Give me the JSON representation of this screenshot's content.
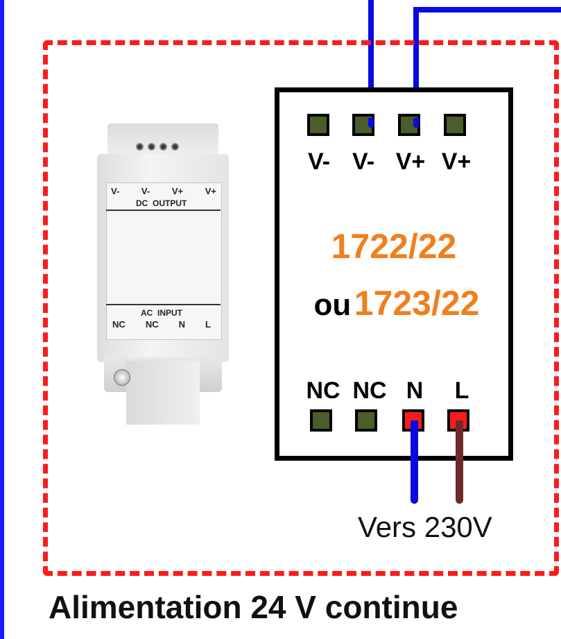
{
  "device": {
    "top_labels": [
      "V-",
      "V-",
      "V+",
      "V+"
    ],
    "dc_output": "DC  OUTPUT",
    "ac_input": "AC  INPUT",
    "bottom_labels": [
      "NC",
      "NC",
      "N",
      "L"
    ]
  },
  "module": {
    "top_terminals": [
      "V-",
      "V-",
      "V+",
      "V+"
    ],
    "model_1": "1722/22",
    "or_word": "ou",
    "model_2": "1723/22",
    "bottom_terminals": [
      "NC",
      "NC",
      "N",
      "L"
    ]
  },
  "supply_label": "Vers 230V",
  "caption": "Alimentation 24 V continue",
  "colors": {
    "enclosure": "#ff1a1a",
    "model_text": "#f07f1d",
    "terminal": "#4b5d2b",
    "live_terminal": "#ff1a1a",
    "wire_blue": "#0a0ae0",
    "wire_brown": "#6e2a2a"
  }
}
